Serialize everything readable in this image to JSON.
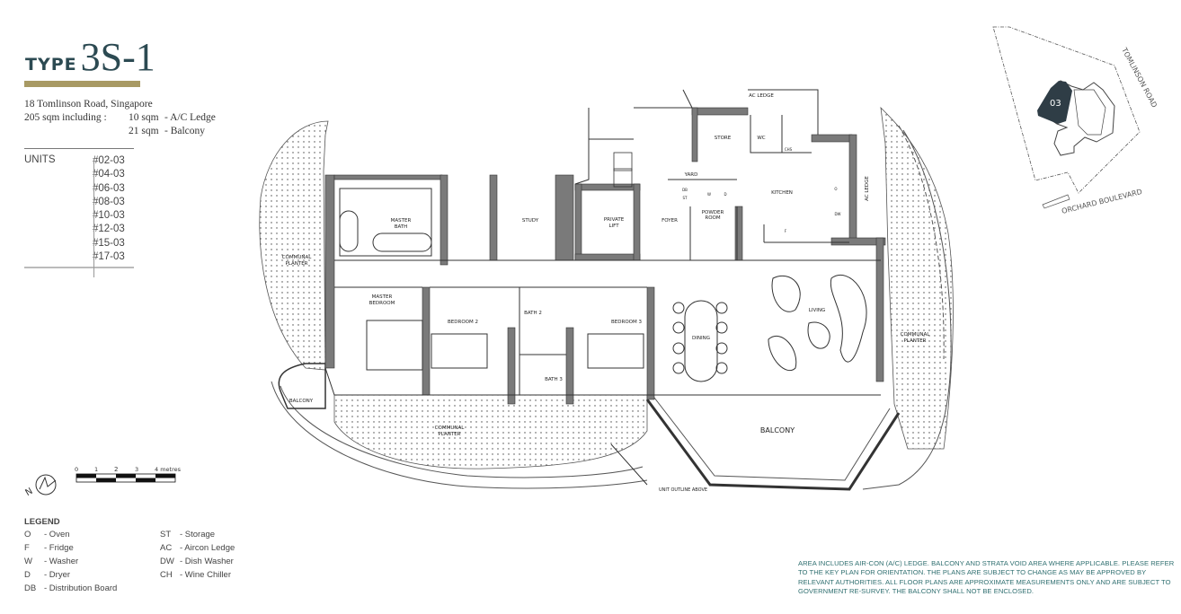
{
  "header": {
    "type_word": "TYPE",
    "type_name": "3S-1"
  },
  "info": {
    "address": "18 Tomlinson Road, Singapore",
    "area_total": "205 sqm including :",
    "ac_area": "10 sqm",
    "ac_label": "- A/C Ledge",
    "balcony_area": "21 sqm",
    "balcony_label": "- Balcony"
  },
  "units": {
    "label": "UNITS",
    "list": [
      "#02-03",
      "#04-03",
      "#06-03",
      "#08-03",
      "#10-03",
      "#12-03",
      "#15-03",
      "#17-03"
    ]
  },
  "scale": {
    "ticks": [
      "0",
      "1",
      "2",
      "3",
      "4 metres"
    ]
  },
  "north_label": "N",
  "legend": {
    "title": "LEGEND",
    "items": [
      {
        "k": "O",
        "v": "- Oven"
      },
      {
        "k": "F",
        "v": "- Fridge"
      },
      {
        "k": "W",
        "v": "- Washer"
      },
      {
        "k": "D",
        "v": "- Dryer"
      },
      {
        "k": "DB",
        "v": "- Distribution Board"
      },
      {
        "k": "ST",
        "v": "- Storage"
      },
      {
        "k": "AC",
        "v": "- Aircon Ledge"
      },
      {
        "k": "DW",
        "v": "- Dish Washer"
      },
      {
        "k": "CH",
        "v": "- Wine Chiller"
      }
    ]
  },
  "rooms": {
    "ac_ledge_top": "AC LEDGE",
    "store": "STORE",
    "wc": "WC",
    "yard": "YARD",
    "kitchen": "KITCHEN",
    "ac_ledge_side": "AC LEDGE",
    "private_lift_1": "PRIVATE",
    "private_lift_2": "LIFT",
    "foyer": "FOYER",
    "powder_1": "POWDER",
    "powder_2": "ROOM",
    "study": "STUDY",
    "master_bath_1": "MASTER",
    "master_bath_2": "BATH",
    "master_bed_1": "MASTER",
    "master_bed_2": "BEDROOM",
    "bedroom2": "BEDROOM 2",
    "bath2": "BATH 2",
    "bedroom3": "BEDROOM 3",
    "bath3": "BATH 3",
    "dining": "DINING",
    "living": "LIVING",
    "planter_left_1": "COMMUNAL",
    "planter_left_2": "PLANTER",
    "planter_right_1": "COMMUNAL",
    "planter_right_2": "PLANTER",
    "planter_bottom_1": "COMMUNAL",
    "planter_bottom_2": "PLANTER",
    "balcony_left": "BALCONY",
    "balcony_main": "BALCONY",
    "unit_outline": "UNIT OUTLINE ABOVE",
    "ch": "CHS",
    "db": "DB",
    "st": "ST",
    "w": "W",
    "d": "D",
    "dw": "DW",
    "f": "F",
    "o": "O"
  },
  "key_plan": {
    "unit": "03",
    "road_1": "TOMLINSON ROAD",
    "road_2": "ORCHARD BOULEVARD",
    "highlight_color": "#2f3d46"
  },
  "disclaimer": "AREA INCLUDES AIR-CON (A/C) LEDGE. BALCONY AND STRATA VOID AREA WHERE APPLICABLE. PLEASE REFER TO THE KEY PLAN FOR ORIENTATION. THE PLANS ARE SUBJECT TO CHANGE AS MAY BE APPROVED BY RELEVANT AUTHORITIES. ALL FLOOR PLANS ARE APPROXIMATE MEASUREMENTS ONLY AND ARE SUBJECT TO GOVERNMENT RE-SURVEY. THE BALCONY SHALL NOT BE ENCLOSED."
}
